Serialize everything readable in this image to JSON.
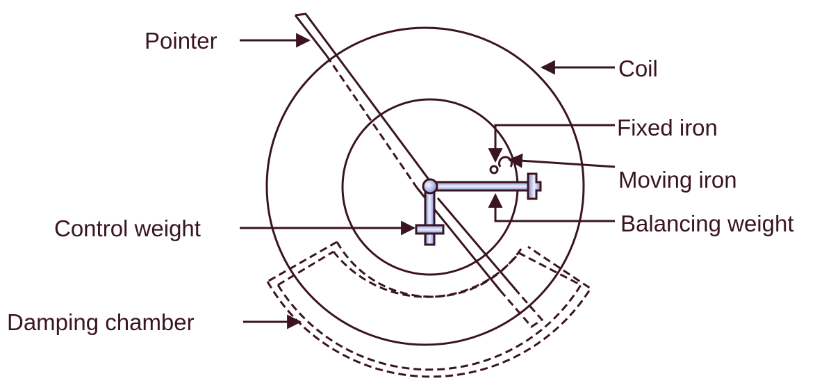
{
  "labels": {
    "pointer": "Pointer",
    "coil": "Coil",
    "fixed_iron": "Fixed iron",
    "moving_iron": "Moving iron",
    "balancing_weight": "Balancing weight",
    "control_weight": "Control weight",
    "damping_chamber": "Damping chamber"
  },
  "colors": {
    "line": "#3a1520",
    "weight_fill": "#9aa8d8"
  }
}
